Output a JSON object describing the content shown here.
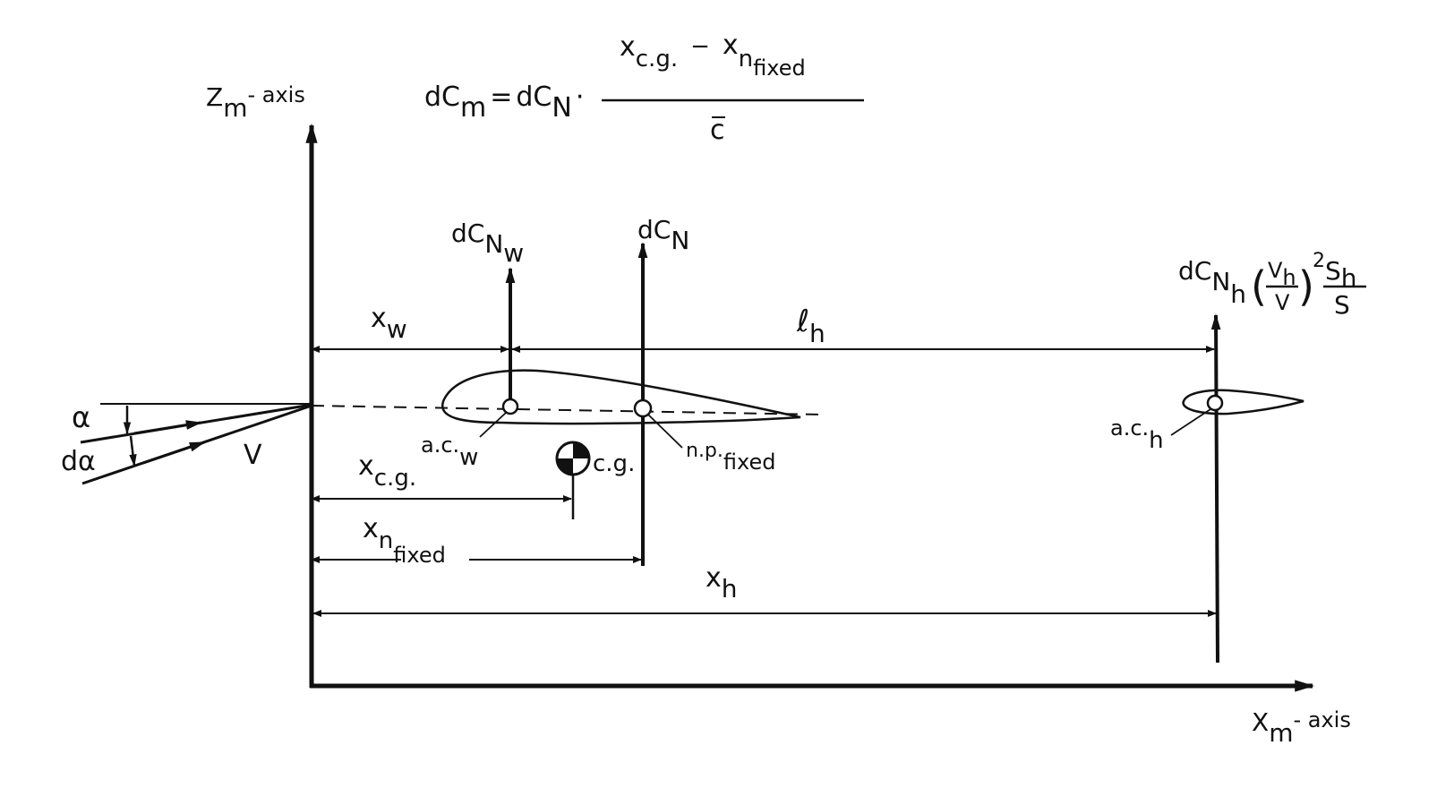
{
  "colors": {
    "ink": "#111111",
    "paper": "#ffffff"
  },
  "axes": {
    "z": {
      "main": "Z",
      "sub": "m",
      "suffix": "- axis"
    },
    "x": {
      "main": "X",
      "sub": "m",
      "suffix": "- axis"
    }
  },
  "formula": {
    "lhs": "dC",
    "lhs_sub": "m",
    "eq": "=",
    "rhs": "dC",
    "rhs_sub": "N",
    "dot": "·",
    "num_a": "x",
    "num_a_sub": "c.g.",
    "minus": "−",
    "num_b": "x",
    "num_b_sub": "n",
    "num_b_subsub": "fixed",
    "den": "c"
  },
  "forces": {
    "wing": {
      "main": "dC",
      "sub": "N",
      "subsub": "w"
    },
    "total": {
      "main": "dC",
      "sub": "N"
    },
    "tail": {
      "main": "dC",
      "sub": "N",
      "subsub": "h",
      "open": "(",
      "vh": "V",
      "vh_sub": "h",
      "v": "V",
      "close": ")",
      "pow": "2",
      "sh": "S",
      "sh_sub": "h",
      "s": "S"
    }
  },
  "dimensions": {
    "xw": {
      "main": "x",
      "sub": "w"
    },
    "lh": {
      "main": "ℓ",
      "sub": "h"
    },
    "xcg": {
      "main": "x",
      "sub": "c.g."
    },
    "xn": {
      "main": "x",
      "sub": "n",
      "subsub": "fixed"
    },
    "xh": {
      "main": "x",
      "sub": "h"
    }
  },
  "points": {
    "acw": {
      "main": "a.c.",
      "sub": "w"
    },
    "cg": {
      "label": "c.g."
    },
    "np": {
      "main": "n.p.",
      "sub": "fixed"
    },
    "ach": {
      "main": "a.c.",
      "sub": "h"
    }
  },
  "flow": {
    "alpha": "α",
    "dalpha": "dα",
    "v": "V"
  }
}
